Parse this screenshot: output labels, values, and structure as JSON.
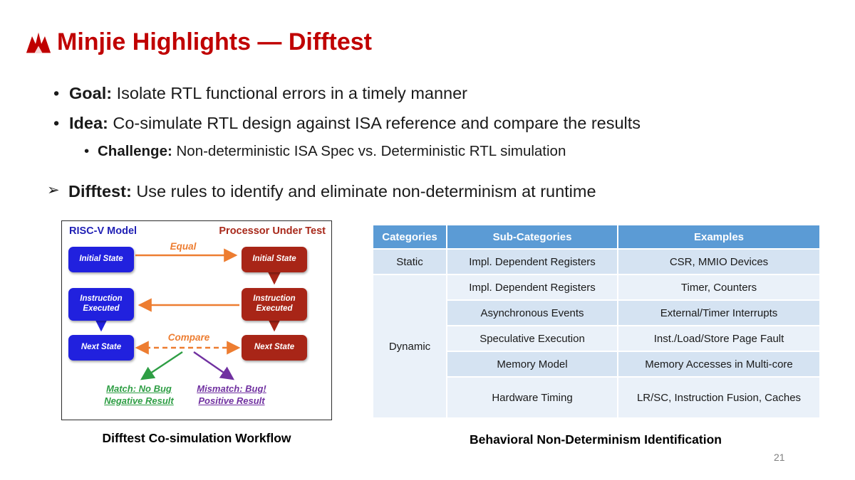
{
  "colors": {
    "title_red": "#C00000",
    "model_blue": "#1F1FB4",
    "dut_red": "#A8291B",
    "box_blue": "#2121DE",
    "box_red": "#A82517",
    "orange": "#ED7D31",
    "green": "#2E9E44",
    "purple": "#7030A0",
    "table_header": "#5B9BD5",
    "band_medium": "#D5E3F2",
    "band_light": "#EAF1F9"
  },
  "title": "Minjie Highlights — Difftest",
  "page_number": "21",
  "markers": {
    "dot": "•",
    "arrow": "➢"
  },
  "bullets": {
    "goal_label": "Goal:",
    "goal_text": "Isolate RTL functional errors in a timely manner",
    "idea_label": "Idea:",
    "idea_text": "Co-simulate RTL design against ISA reference and compare the results",
    "challenge_label": "Challenge:",
    "challenge_text": "Non-deterministic ISA Spec vs. Deterministic RTL simulation",
    "difftest_label": "Difftest:",
    "difftest_text": "Use rules to identify and eliminate non-determinism at runtime"
  },
  "diagram": {
    "caption": "Difftest Co-simulation Workflow",
    "left_title": "RISC-V Model",
    "right_title": "Processor Under Test",
    "left_boxes": [
      "Initial State",
      "Instruction Executed",
      "Next State"
    ],
    "right_boxes": [
      "Initial State",
      "Instruction Executed",
      "Next State"
    ],
    "equal_label": "Equal",
    "compare_label": "Compare",
    "match_line1": "Match: No Bug",
    "match_line2": "Negative Result",
    "mismatch_line1": "Mismatch: Bug!",
    "mismatch_line2": "Positive Result"
  },
  "table": {
    "caption": "Behavioral Non-Determinism Identification",
    "headers": [
      "Categories",
      "Sub-Categories",
      "Examples"
    ],
    "static_label": "Static",
    "dynamic_label": "Dynamic",
    "static_rows": [
      {
        "sub": "Impl. Dependent Registers",
        "example": "CSR, MMIO Devices"
      }
    ],
    "dynamic_rows": [
      {
        "sub": "Impl. Dependent Registers",
        "example": "Timer, Counters"
      },
      {
        "sub": "Asynchronous Events",
        "example": "External/Timer Interrupts"
      },
      {
        "sub": "Speculative Execution",
        "example": "Inst./Load/Store Page Fault"
      },
      {
        "sub": "Memory Model",
        "example": "Memory Accesses in Multi-core"
      },
      {
        "sub": "Hardware Timing",
        "example": "LR/SC, Instruction Fusion, Caches"
      }
    ]
  }
}
